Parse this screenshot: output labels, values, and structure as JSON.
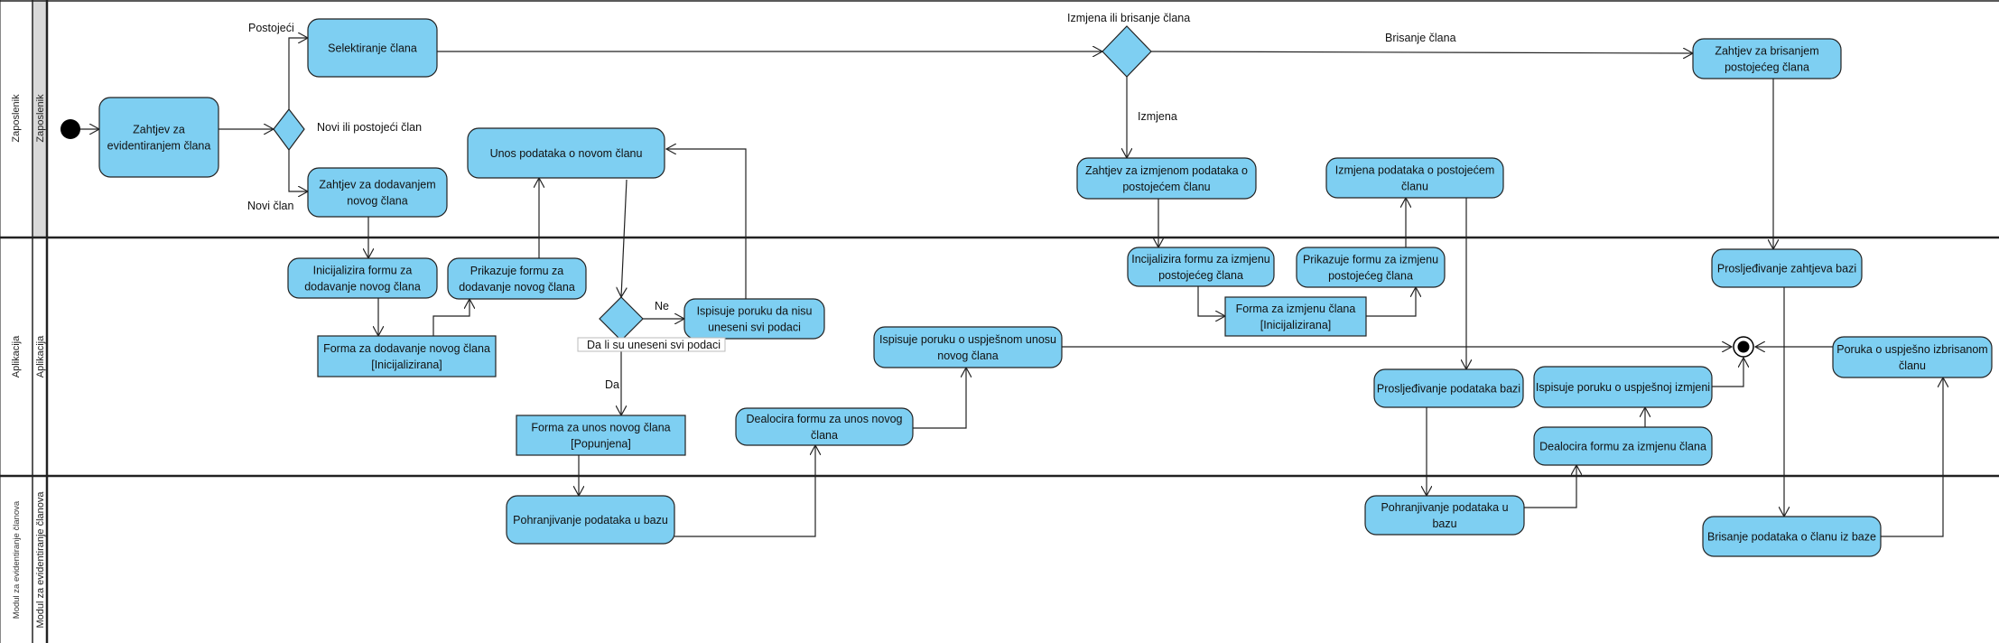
{
  "colors": {
    "node_fill": "#7ecff2",
    "node_stroke": "#222222",
    "lane_header_fill": "#d9d9d9",
    "line": "#222222"
  },
  "lanes": [
    {
      "outer": "Zaposlenik",
      "inner": "Zaposlenik"
    },
    {
      "outer": "Aplikacija",
      "inner": "Aplikacija"
    },
    {
      "outer": "Modul za evidentiranje članova",
      "inner": "Modul za evidentiranje članova"
    }
  ],
  "actions": {
    "zahtjev_evid": [
      "Zahtjev za",
      "evidentiranjem člana"
    ],
    "selektiranje": [
      "Selektiranje člana"
    ],
    "zahtjev_dodavanje": [
      "Zahtjev za dodavanjem",
      "novog člana"
    ],
    "unos_podataka": [
      "Unos podataka o novom članu"
    ],
    "zahtjev_izmjena": [
      "Zahtjev za izmjenom podataka o",
      "postojećem članu"
    ],
    "izmjena_podataka": [
      "Izmjena podataka o postojećem",
      "članu"
    ],
    "zahtjev_brisanje": [
      "Zahtjev za brisanjem",
      "postojećeg člana"
    ],
    "inicijalizira_dodavanje": [
      "Inicijalizira formu za",
      "dodavanje novog člana"
    ],
    "prikazuje_dodavanje": [
      "Prikazuje formu za",
      "dodavanje novog člana"
    ],
    "ispisuje_nisu": [
      "Ispisuje poruku da nisu",
      "uneseni svi podaci"
    ],
    "ispisuje_uspjesan_unos": [
      "Ispisuje poruku o uspješnom unosu",
      "novog člana"
    ],
    "dealocira_unos": [
      "Dealocira formu za unos novog",
      "člana"
    ],
    "incijalizira_izmjena": [
      "Incijalizira formu za izmjenu",
      "postojećeg člana"
    ],
    "prikazuje_izmjena": [
      "Prikazuje formu za izmjenu",
      "postojećeg člana"
    ],
    "prosljedivanje_podataka": [
      "Prosljeđivanje podataka bazi"
    ],
    "ispisuje_uspjesna_izmjena": [
      "Ispisuje poruku o uspješnoj izmjeni"
    ],
    "dealocira_izmjena": [
      "Dealocira formu za izmjenu člana"
    ],
    "prosljedivanje_zahtjeva": [
      "Prosljeđivanje zahtjeva bazi"
    ],
    "poruka_izbrisan": [
      "Poruka o uspješno izbrisanom",
      "članu"
    ],
    "pohranjivanje_1": [
      "Pohranjivanje podataka u bazu"
    ],
    "pohranjivanje_2": [
      "Pohranjivanje podataka u",
      "bazu"
    ],
    "brisanje_podataka": [
      "Brisanje podataka o članu iz baze"
    ]
  },
  "objects": {
    "forma_dodavanje": [
      "Forma za dodavanje novog člana",
      "[Inicijalizirana]"
    ],
    "forma_unos": [
      "Forma za unos novog člana",
      "[Popunjena]"
    ],
    "forma_izmjena": [
      "Forma za izmjenu člana",
      "[Inicijalizirana]"
    ]
  },
  "labels": {
    "postojeci": "Postojeći",
    "novi_ili_postojeci": "Novi ili postojeći član",
    "novi_clan": "Novi član",
    "izmjena_ili_brisanje": "Izmjena ili brisanje člana",
    "brisanje_clana": "Brisanje člana",
    "izmjena": "Izmjena",
    "ne": "Ne",
    "da": "Da",
    "da_li_uneseni": "Da li su uneseni svi podaci"
  }
}
